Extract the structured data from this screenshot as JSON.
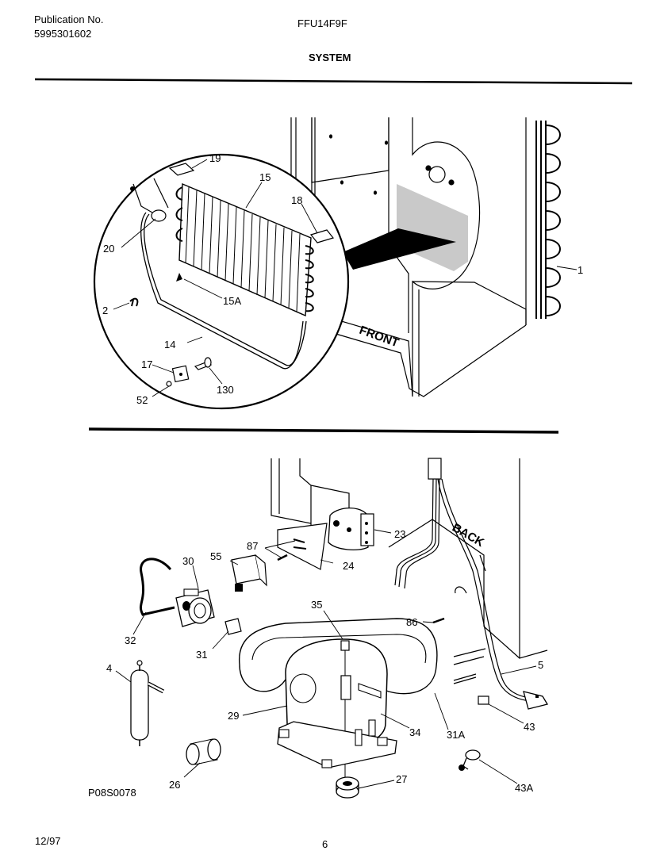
{
  "header": {
    "publication_label": "Publication No.",
    "publication_number": "5995301602",
    "model": "FFU14F9F",
    "section": "SYSTEM"
  },
  "upper_view": {
    "callouts": [
      "19",
      "15",
      "18",
      "20",
      "2",
      "15A",
      "14",
      "17",
      "52",
      "130",
      "1"
    ],
    "text_label": "FRONT"
  },
  "lower_view": {
    "callouts": [
      "30",
      "55",
      "87",
      "24",
      "23",
      "32",
      "31",
      "35",
      "86",
      "4",
      "29",
      "34",
      "31A",
      "5",
      "43",
      "26",
      "27",
      "43A"
    ],
    "text_label": "BACK"
  },
  "footer": {
    "figure_code": "P08S0078",
    "date": "12/97",
    "page_number": "6"
  }
}
